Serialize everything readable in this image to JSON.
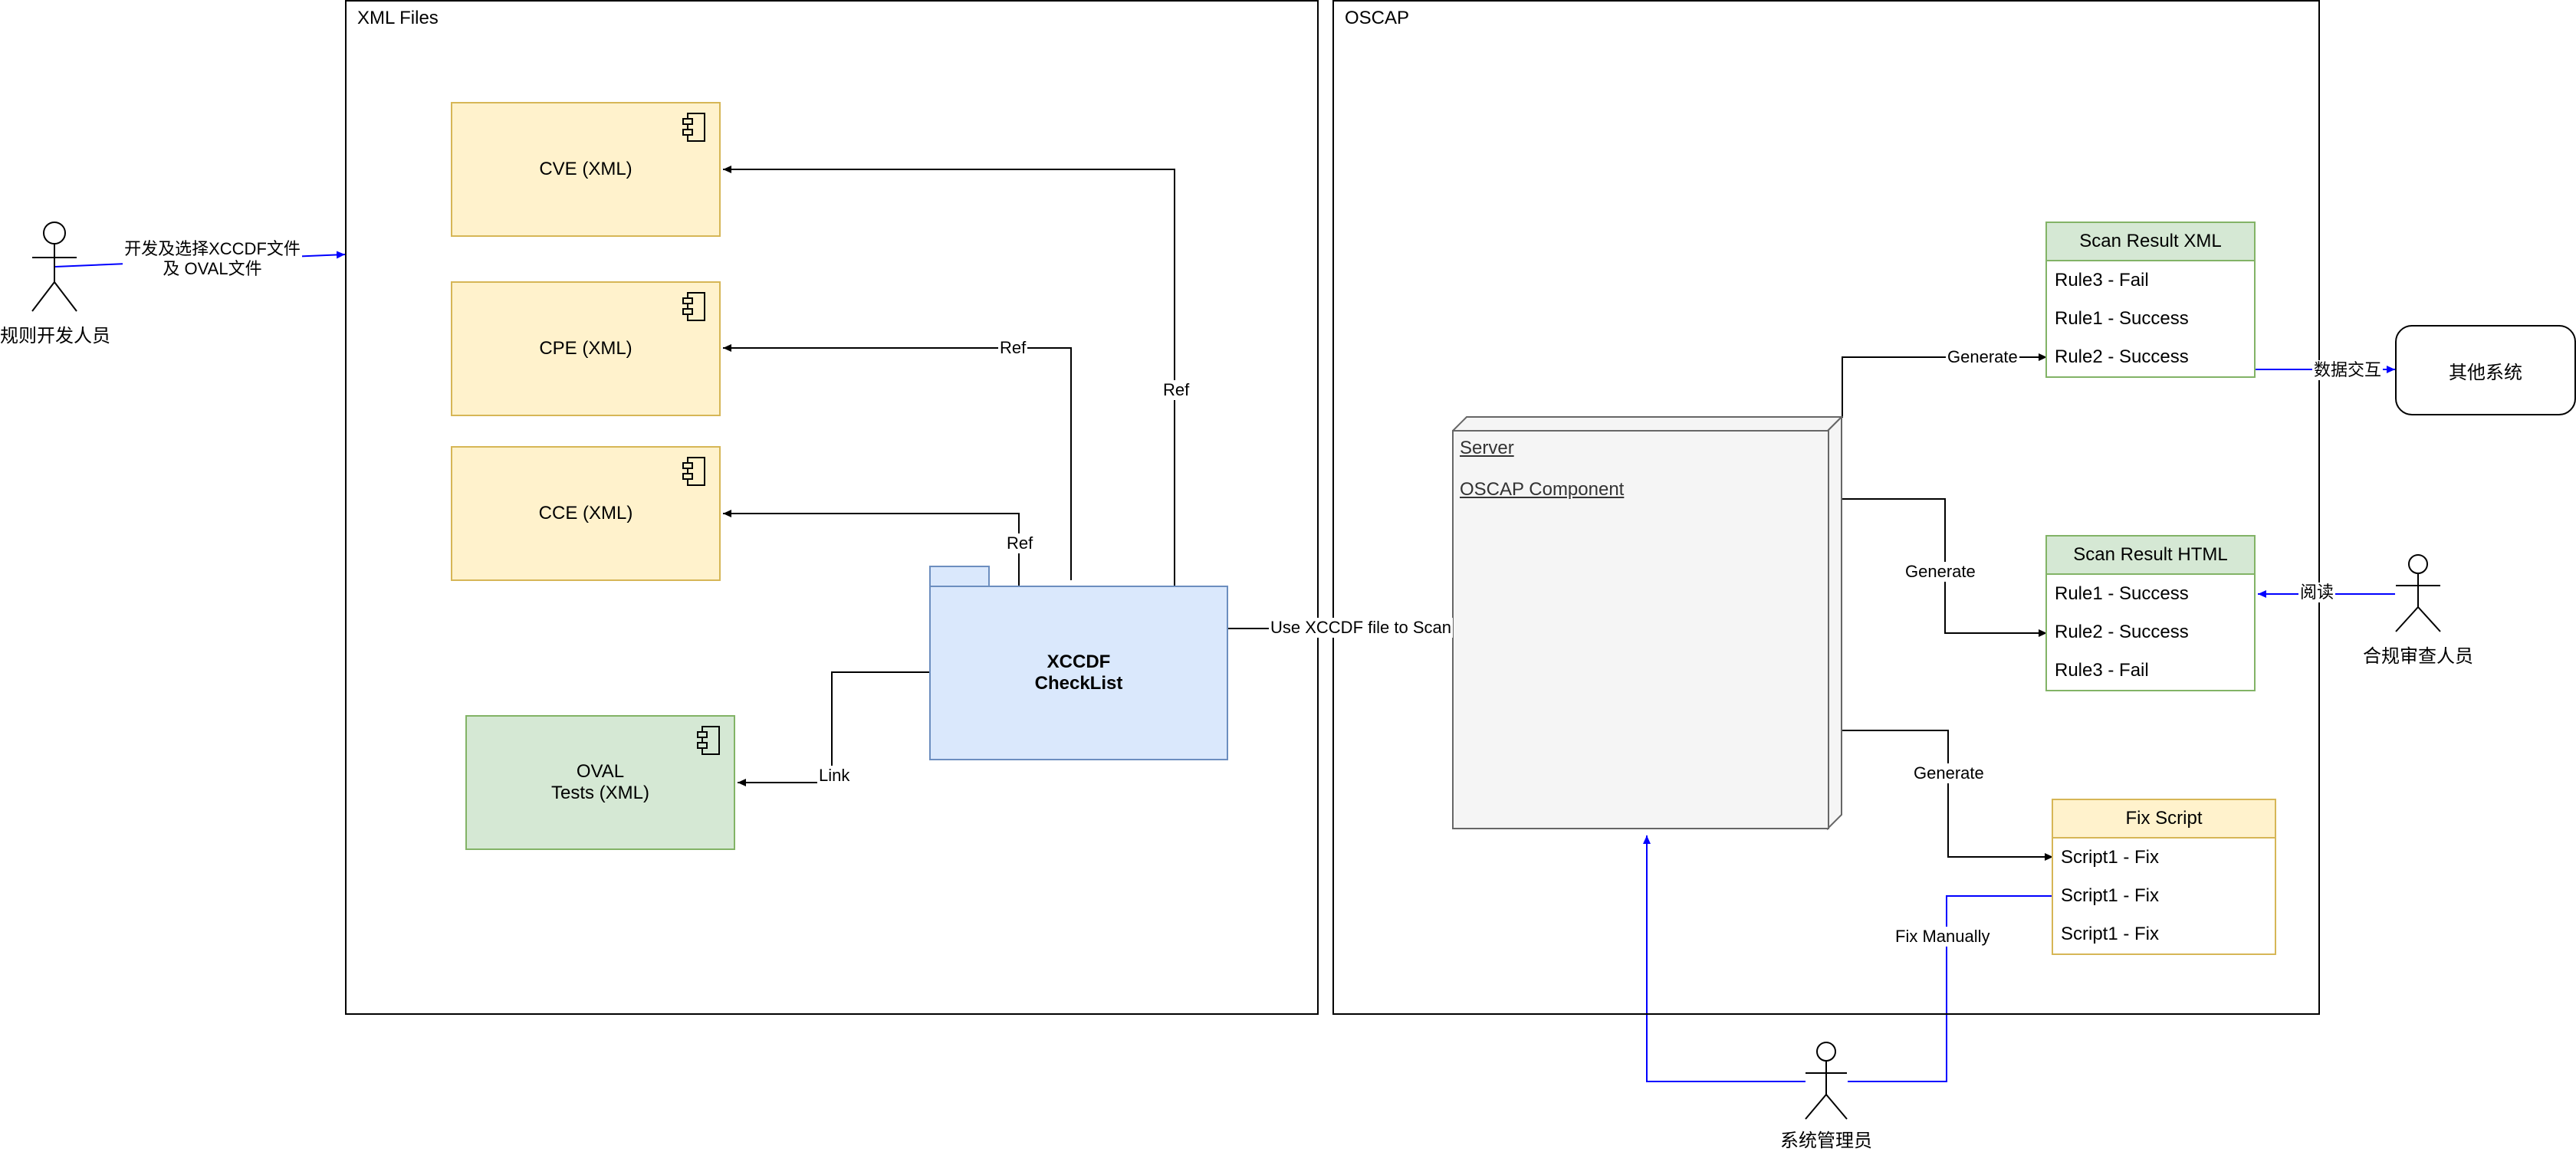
{
  "containers": {
    "xml_files": "XML Files",
    "oscap": "OSCAP"
  },
  "components": {
    "cve": "CVE (XML)",
    "cpe": "CPE (XML)",
    "cce": "CCE (XML)",
    "oval": "OVAL\nTests (XML)"
  },
  "xccdf": "XCCDF\nCheckList",
  "server": {
    "name": "Server",
    "component": "OSCAP Component "
  },
  "scan_result_xml": {
    "title": "Scan Result XML",
    "rows": [
      "Rule3 - Fail",
      "Rule1 - Success",
      "Rule2 - Success"
    ]
  },
  "scan_result_html": {
    "title": "Scan Result HTML",
    "rows": [
      "Rule1 - Success",
      "Rule2 - Success",
      "Rule3 - Fail"
    ]
  },
  "fix_script": {
    "title": "Fix Script",
    "rows": [
      "Script1 - Fix",
      "Script1 - Fix",
      "Script1 - Fix"
    ]
  },
  "other_system": "其他系统",
  "actors": {
    "developer": "规则开发人员",
    "auditor": "合规审查人员",
    "admin": "系统管理员"
  },
  "edge_labels": {
    "developer": "开发及选择XCCDF文件\n及 OVAL文件",
    "ref_cve": "Ref",
    "ref_cpe": "Ref",
    "ref_cce": "Ref",
    "link": "Link",
    "use_xccdf": "Use XCCDF file to Scan",
    "generate_xml": "Generate",
    "generate_html": "Generate",
    "generate_fix": "Generate",
    "data_exchange": "数据交互",
    "read": "阅读",
    "fix_manually": "Fix Manually"
  },
  "colors": {
    "blue_edge": "#0000ff",
    "yellow_fill": "#fff2cc",
    "green_fill": "#d5e8d4",
    "blue_fill": "#dae8fc"
  }
}
